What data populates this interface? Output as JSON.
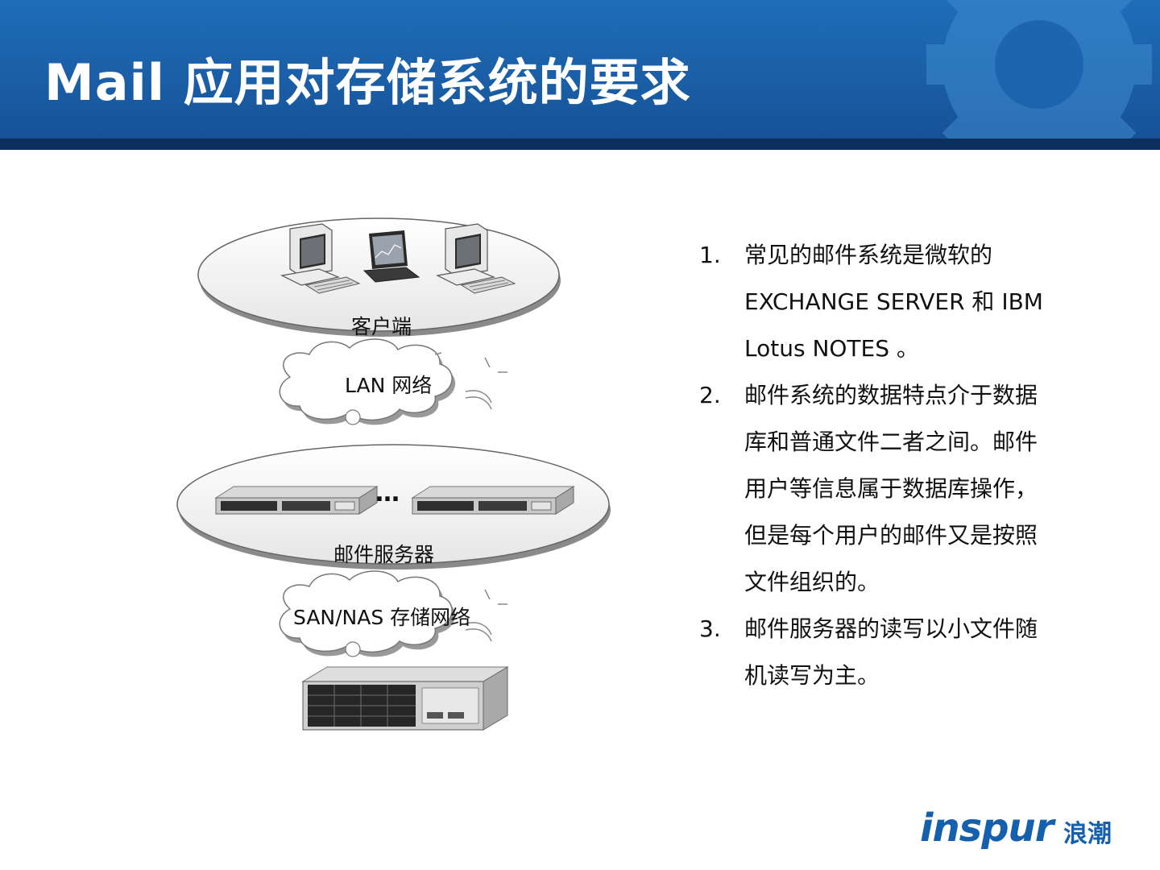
{
  "title": "Mail 应用对存储系统的要求",
  "diagram": {
    "client_label": "客户端",
    "lan_label": "LAN 网络",
    "server_label": "邮件服务器",
    "san_label": "SAN/NAS 存储网络",
    "ellipsis": "…"
  },
  "list": [
    {
      "num": "1.",
      "lines": [
        "常见的邮件系统是微软的",
        "EXCHANGE SERVER 和 IBM",
        "Lotus NOTES 。"
      ]
    },
    {
      "num": "2.",
      "lines": [
        "邮件系统的数据特点介于数据",
        "库和普通文件二者之间。邮件",
        "用户等信息属于数据库操作，",
        "但是每个用户的邮件又是按照",
        "文件组织的。"
      ]
    },
    {
      "num": "3.",
      "lines": [
        "邮件服务器的读写以小文件随",
        "机读写为主。"
      ]
    }
  ],
  "logo": {
    "brand": "inspur",
    "brand_cn": "浪潮"
  },
  "colors": {
    "header": "#1a5ea6",
    "header_bar": "#0c2f5e",
    "logo": "#1560ad"
  },
  "icons": [
    "gear-icon",
    "desktop-computer-icon",
    "laptop-icon",
    "rack-server-icon",
    "storage-array-icon",
    "cloud-icon"
  ]
}
